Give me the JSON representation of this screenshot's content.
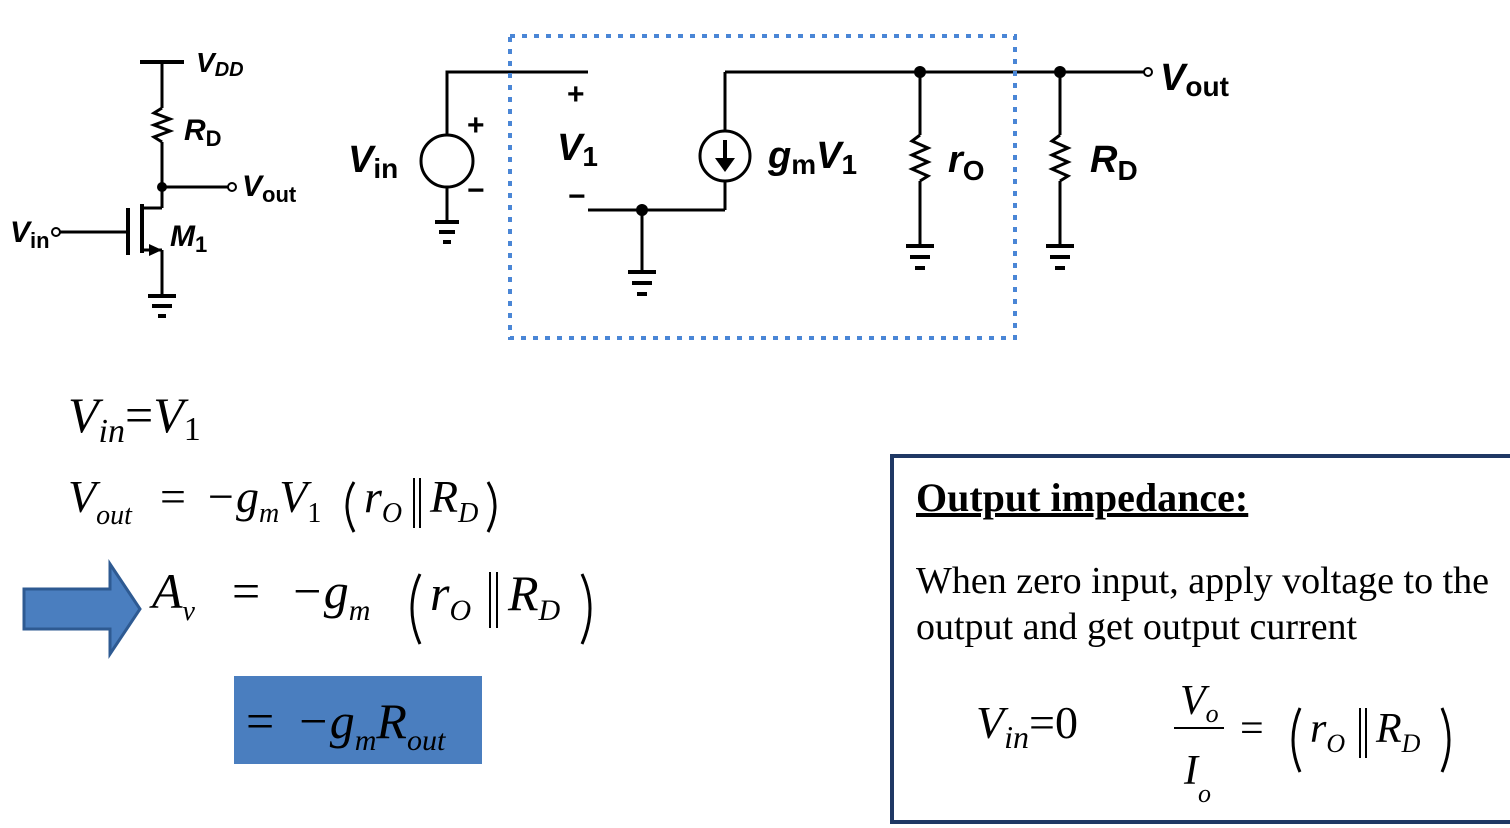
{
  "schematic": {
    "vdd": {
      "main": "V",
      "sub": "DD"
    },
    "rd": {
      "main": "R",
      "sub": "D"
    },
    "vout": {
      "main": "V",
      "sub": "out"
    },
    "vin": {
      "main": "V",
      "sub": "in"
    },
    "m1": {
      "main": "M",
      "sub": "1"
    }
  },
  "small_signal": {
    "vin": {
      "main": "V",
      "sub": "in"
    },
    "v1": {
      "main": "V",
      "sub": "1"
    },
    "plus": "+",
    "minus": "−",
    "gm": {
      "g": "g",
      "m": "m",
      "v": "V",
      "one": "1"
    },
    "ro": {
      "main": "r",
      "sub": "O"
    },
    "rd": {
      "main": "R",
      "sub": "D"
    },
    "vout": {
      "main": "V",
      "sub": "out"
    }
  },
  "equations": {
    "eq1": {
      "lhs": "V",
      "lhs_sub": "in",
      "eq": "=",
      "rhs": "V",
      "rhs_sub": "1"
    },
    "eq2": {
      "lhs": "V",
      "lhs_sub": "out",
      "eq": "=",
      "g": "−g",
      "g_sub": "m",
      "v": "V",
      "v_sub": "1",
      "ro": "r",
      "ro_sub": "O",
      "rd": "R",
      "rd_sub": "D"
    },
    "eq3": {
      "lhs": "A",
      "lhs_sub": "v",
      "eq": "=",
      "g": "−g",
      "g_sub": "m",
      "ro": "r",
      "ro_sub": "O",
      "rd": "R",
      "rd_sub": "D"
    },
    "eq4": {
      "eq": "=",
      "g": "−g",
      "g_sub": "m",
      "r": "R",
      "r_sub": "out"
    }
  },
  "output_impedance": {
    "title": "Output impedance:",
    "text": "When zero input, apply voltage to the output and get output current",
    "eq_vin": "V",
    "eq_vin_sub": "in",
    "eq_vin_val": "=0",
    "vo": "V",
    "vo_sub": "o",
    "io": "I",
    "io_sub": "o",
    "eq": "=",
    "ro": "r",
    "ro_sub": "O",
    "rd": "R",
    "rd_sub": "D"
  },
  "colors": {
    "highlight": "#4a7ebf",
    "dashed_box": "#4a86d6",
    "box_border": "#1f3864"
  }
}
